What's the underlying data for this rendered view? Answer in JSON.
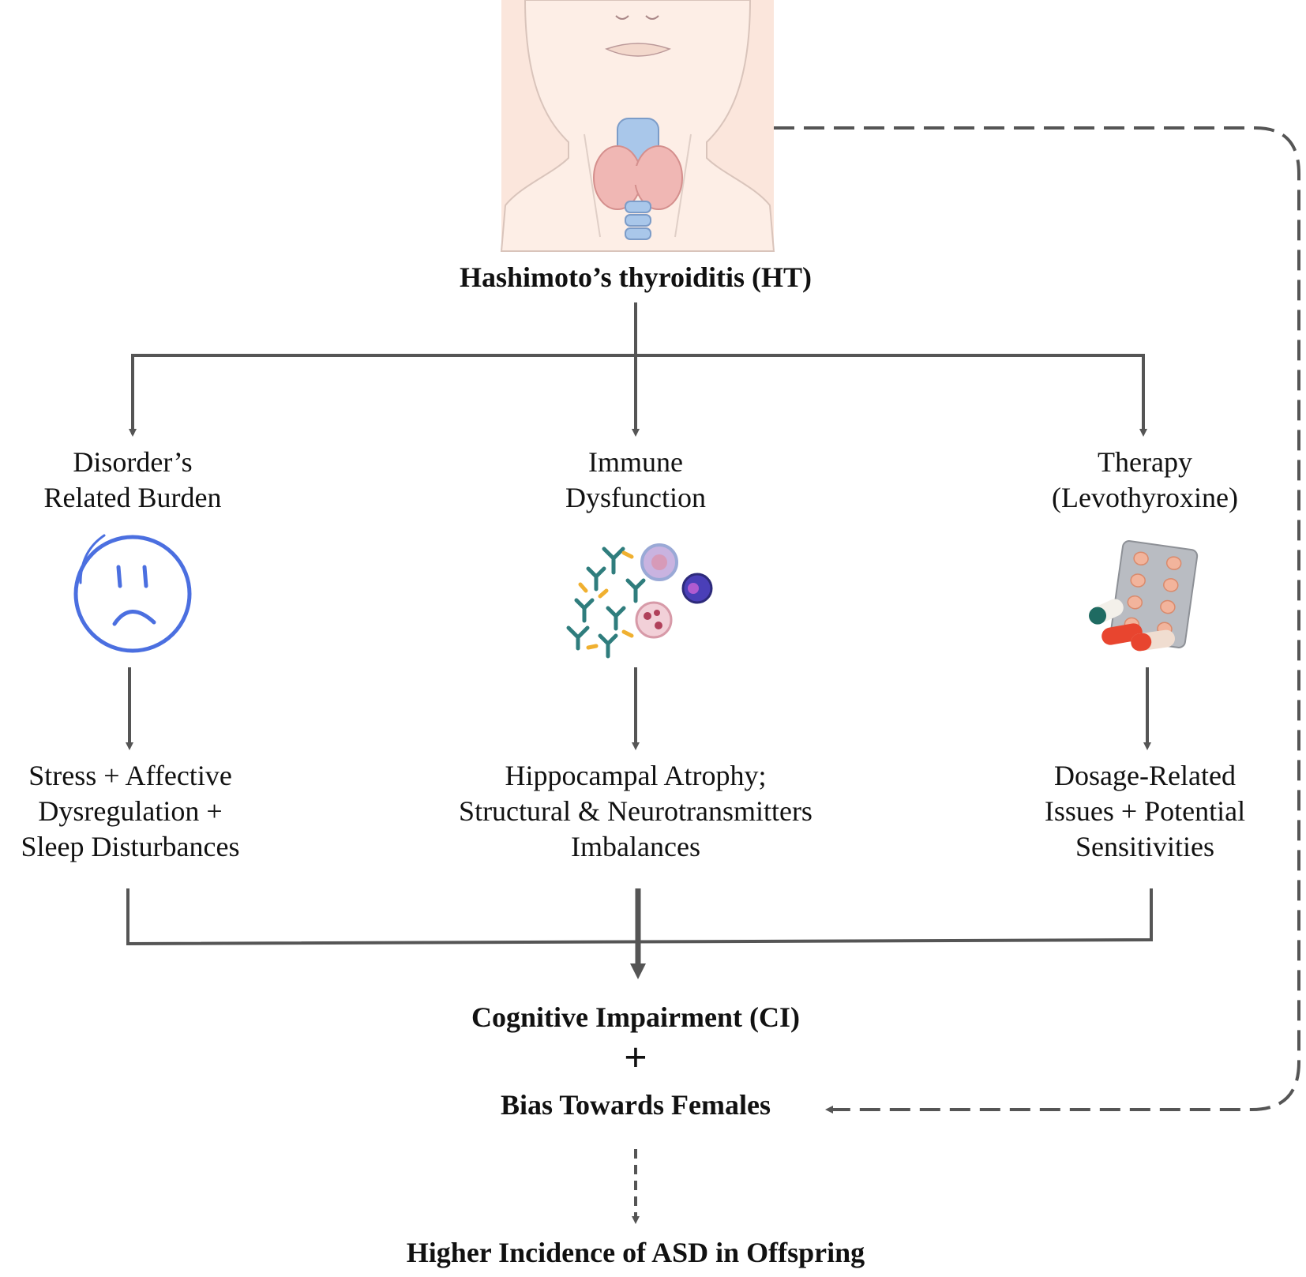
{
  "top": {
    "title": "Hashimoto’s thyroiditis (HT)",
    "illustration_icon": "neck-thyroid-illustration"
  },
  "branches": [
    {
      "heading_lines": [
        "Disorder’s",
        "Related Burden"
      ],
      "icon": "sad-face-icon",
      "effect_lines": [
        "Stress + Affective",
        "Dysregulation +",
        "Sleep Disturbances"
      ]
    },
    {
      "heading_lines": [
        "Immune",
        "Dysfunction"
      ],
      "icon": "antibodies-immune-cells-icon",
      "effect_lines": [
        "Hippocampal Atrophy;",
        "Structural & Neurotransmitters",
        "Imbalances"
      ]
    },
    {
      "heading_lines": [
        "Therapy",
        "(Levothyroxine)"
      ],
      "icon": "pills-blister-pack-icon",
      "effect_lines": [
        "Dosage-Related",
        "Issues + Potential",
        "Sensitivities"
      ]
    }
  ],
  "outcome": {
    "line1": "Cognitive Impairment (CI)",
    "plus": "+",
    "line2": "Bias Towards Females"
  },
  "final": {
    "text": "Higher Incidence of ASD in Offspring"
  },
  "colors": {
    "arrow": "#555555",
    "sad_face": "#4b6fe0",
    "skin": "#fbe6dc",
    "thyroid": "#f0b7b4",
    "trachea": "#a9c7ea"
  }
}
